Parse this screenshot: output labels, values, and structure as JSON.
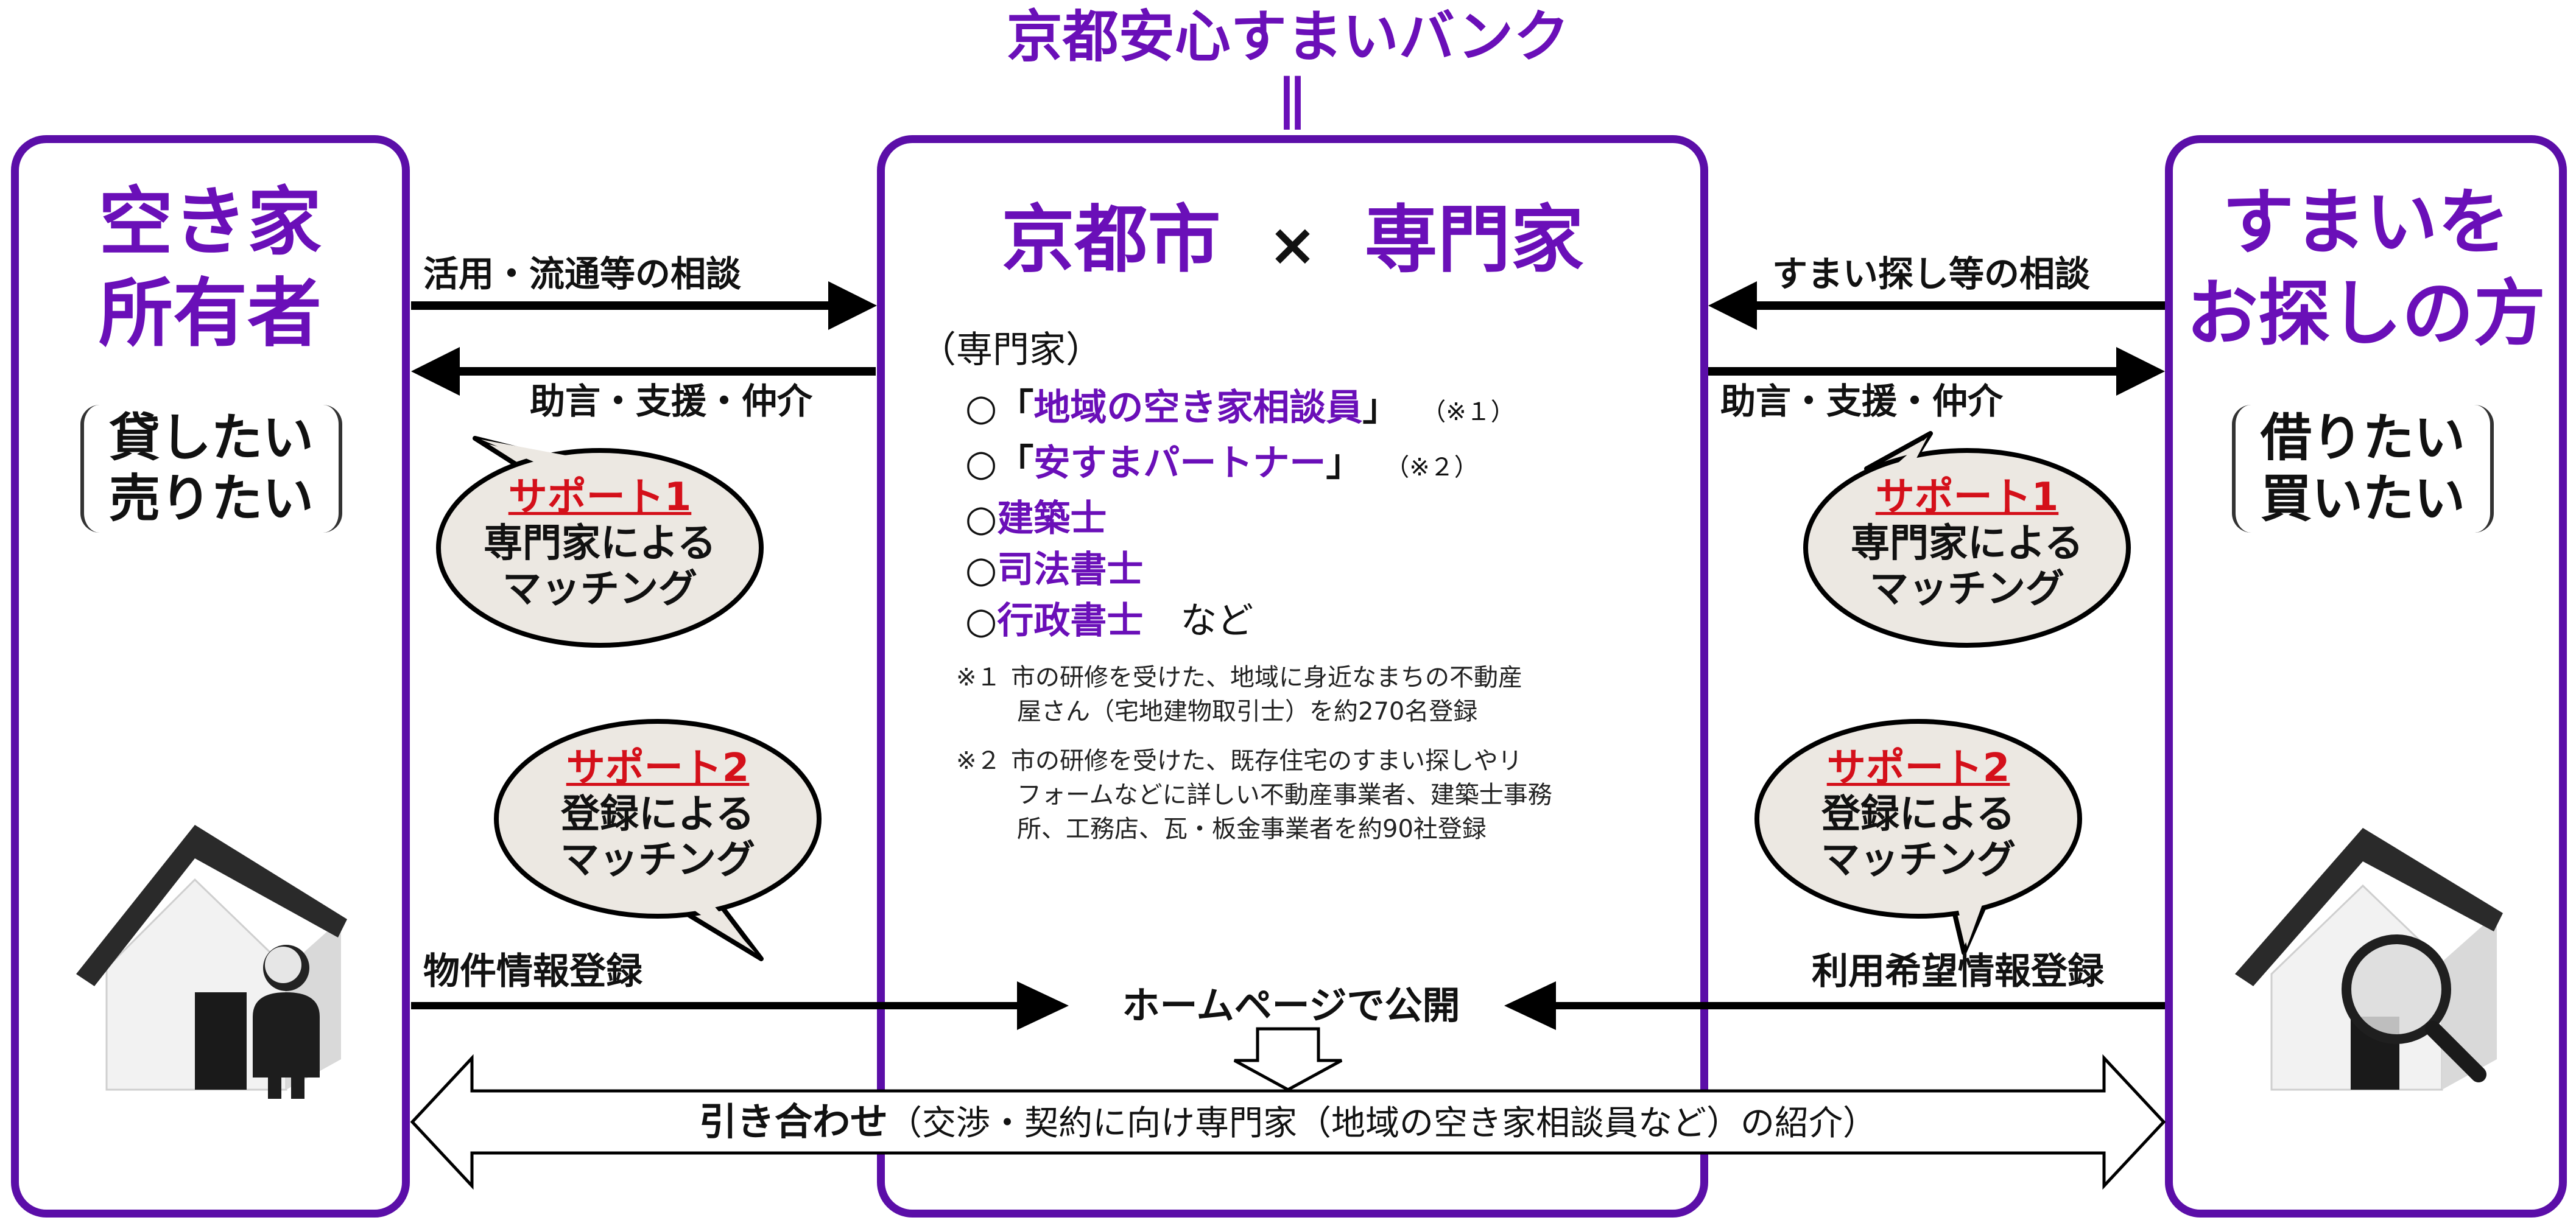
{
  "header": {
    "title": "京都安心すまいバンク",
    "equals": "||"
  },
  "left_box": {
    "title_line1": "空き家",
    "title_line2": "所有者",
    "wish_line1": "貸したい",
    "wish_line2": "売りたい"
  },
  "right_box": {
    "title_line1": "すまいを",
    "title_line2": "お探しの方",
    "wish_line1": "借りたい",
    "wish_line2": "買いたい"
  },
  "center_box": {
    "title_left": "京都市",
    "title_x": "×",
    "title_right": "専門家",
    "experts_heading": "（専門家）",
    "experts": [
      {
        "prefix": "○「",
        "name": "地域の空き家相談員",
        "suffix": "」",
        "note": "（※１）"
      },
      {
        "prefix": "○「",
        "name": "安すまパートナー",
        "suffix": "」",
        "note": "（※２）"
      },
      {
        "prefix": "○",
        "name": "建築士",
        "suffix": "",
        "note": ""
      },
      {
        "prefix": "○",
        "name": "司法書士",
        "suffix": "",
        "note": ""
      },
      {
        "prefix": "○",
        "name": "行政書士",
        "suffix": "",
        "note": "など"
      }
    ],
    "note1_mark": "※１",
    "note1_line1": "市の研修を受けた、地域に身近なまちの不動産",
    "note1_line2": "屋さん（宅地建物取引士）を約270名登録",
    "note2_mark": "※２",
    "note2_line1": "市の研修を受けた、既存住宅のすまい探しやリ",
    "note2_line2": "フォームなどに詳しい不動産事業者、建築士事務",
    "note2_line3": "所、工務店、瓦・板金事業者を約90社登録",
    "publish": "ホームページで公開"
  },
  "arrows": {
    "left_top": "活用・流通等の相談",
    "left_bottom": "助言・支援・仲介",
    "right_top": "すまい探し等の相談",
    "right_bottom": "助言・支援・仲介",
    "left_register": "物件情報登録",
    "right_register": "利用希望情報登録",
    "matching_bold": "引き合わせ",
    "matching_rest": "（交渉・契約に向け専門家（地域の空き家相談員など）の紹介）"
  },
  "bubbles": {
    "support1_label": "サポート1",
    "support1_line1": "専門家による",
    "support1_line2": "マッチング",
    "support2_label": "サポート2",
    "support2_line1": "登録による",
    "support2_line2": "マッチング"
  },
  "icons": {
    "left": "house-with-person-icon",
    "right": "house-with-magnifier-icon"
  },
  "colors": {
    "box_border": "#5b0ea8",
    "accent_text": "#6a0fb8",
    "support_label": "#d4101a",
    "bubble_fill": "#ece8e2"
  }
}
